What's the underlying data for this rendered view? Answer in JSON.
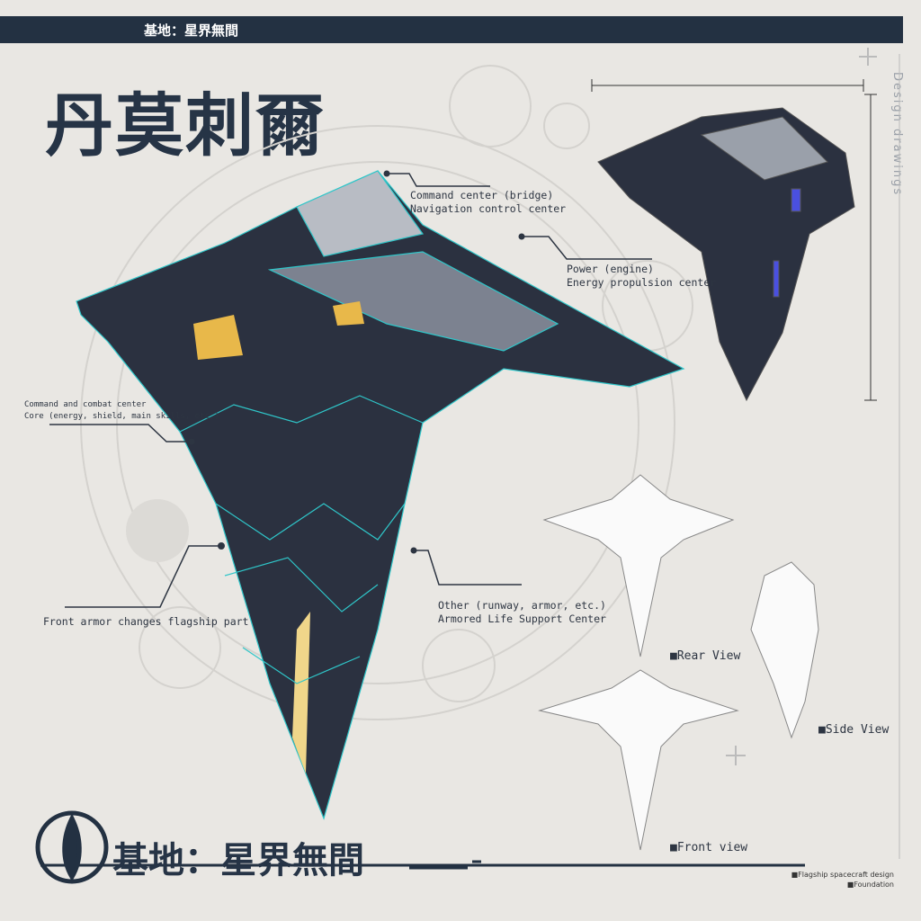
{
  "header": {
    "base_label": "基地：星界無間"
  },
  "title": "丹莫刺爾",
  "side_label": "Design drawings",
  "callouts": [
    {
      "line1": "Command center (bridge)",
      "line2": "Navigation control center"
    },
    {
      "line1": "Power (engine)",
      "line2": "Energy propulsion center"
    },
    {
      "line1": "Command and combat center",
      "line2": "Core (energy, shield, main skills, etc.)"
    },
    {
      "line1": "Front armor changes flagship part"
    },
    {
      "line1": "Other (runway, armor, etc.)",
      "line2": "Armored Life Support Center"
    }
  ],
  "views": {
    "rear": "Rear View",
    "side": "Side View",
    "front": "Front view"
  },
  "footer": {
    "name": "基地：星界無間",
    "credit1": "Flagship spacecraft design",
    "credit2": "Foundation"
  },
  "colors": {
    "navy": "#233142",
    "wire": "#2fc6c9",
    "hull": "#2b3140",
    "glow": "#e8b84a",
    "engine": "#4a50e0"
  }
}
